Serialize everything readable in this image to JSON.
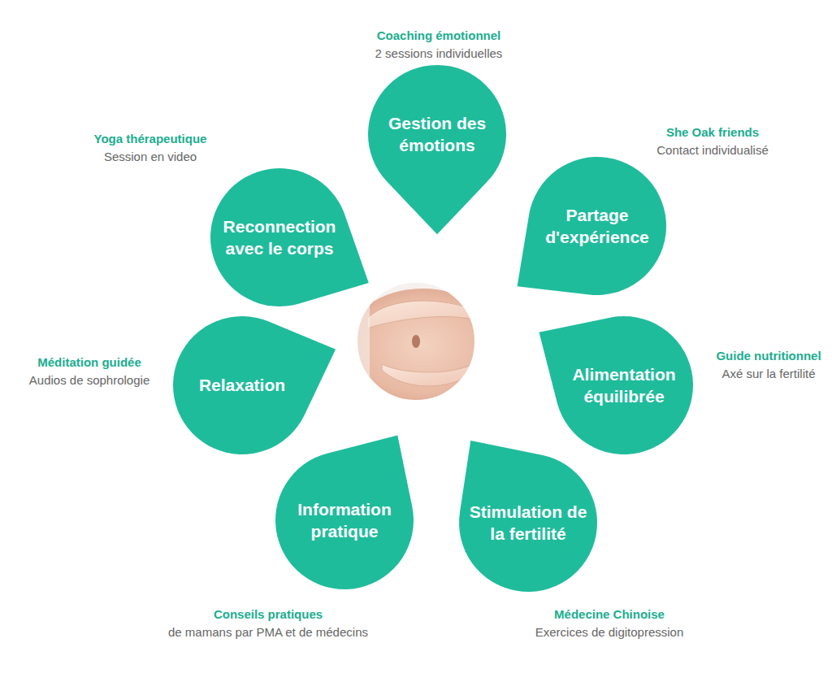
{
  "diagram": {
    "nodes": [
      {
        "text": [
          "Gestion des émotions",
          "Coaching émotionnel",
          "2 sessions individuelles"
        ]
      },
      {
        "text": [
          "Partage d'expérience",
          "She Oak friends",
          "Contact individualisé"
        ]
      },
      {
        "text": [
          "Alimentation équilibrée",
          "Guide nutritionnel",
          "Axé sur la fertilité"
        ]
      },
      {
        "text": [
          "Stimulation de la fertilité",
          "Médecine Chinoise",
          "Exercices de digitopression"
        ]
      },
      {
        "text": [
          "Information pratique",
          "Conseils pratiques",
          "de mamans par PMA et de médecins"
        ]
      },
      {
        "text": [
          "Relaxation",
          "Méditation guidée",
          "Audios de sophrologie"
        ]
      },
      {
        "text": [
          "Reconnection avec le corps",
          "Yoga thérapeutique",
          "Session en video"
        ]
      }
    ]
  }
}
